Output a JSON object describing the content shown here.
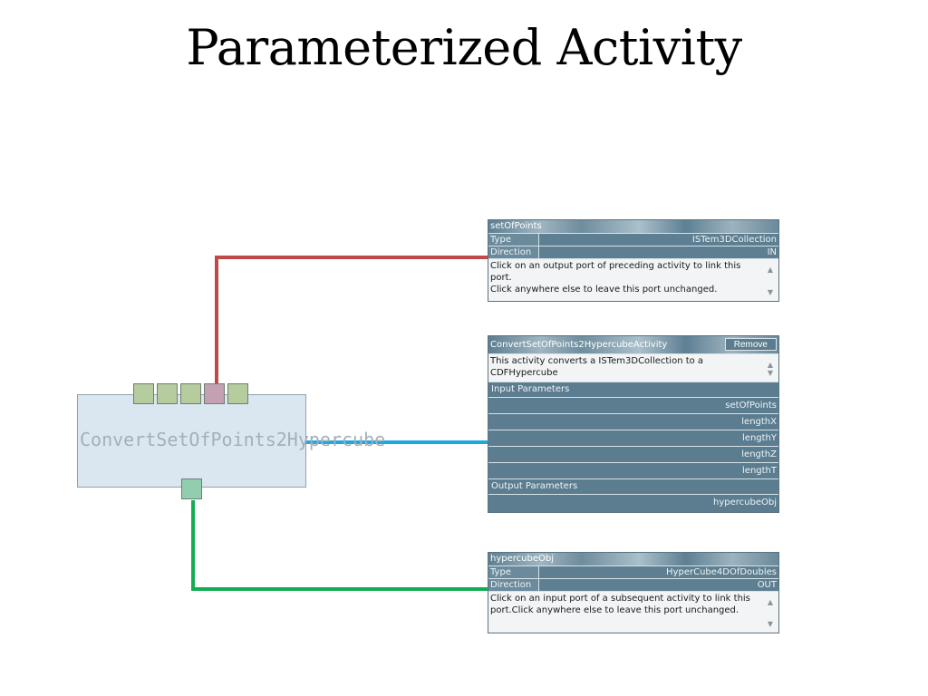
{
  "slide": {
    "title": "Parameterized Activity"
  },
  "activity": {
    "name": "ConvertSetOfPoints2Hypercube",
    "input_port_colors": [
      "#b6cc9f",
      "#b6cc9f",
      "#b6cc9f",
      "#c3a0b4",
      "#b6cc9f"
    ],
    "output_port_color": "#93cdb0"
  },
  "wires": {
    "input_color": "#bf4a4a",
    "center_color": "#1fa8e0",
    "output_color": "#12ad53"
  },
  "input_port_panel": {
    "title": "setOfPoints",
    "type_label": "Type",
    "type_value": "ISTem3DCollection",
    "direction_label": "Direction",
    "direction_value": "IN",
    "message": "Click on an output port of preceding activity to link this port.\nClick anywhere else to leave this port unchanged."
  },
  "activity_panel": {
    "title": "ConvertSetOfPoints2HypercubeActivity",
    "remove_label": "Remove",
    "description": "This activity converts a ISTem3DCollection to a CDFHypercube",
    "input_header": "Input Parameters",
    "input_params": [
      "setOfPoints",
      "lengthX",
      "lengthY",
      "lengthZ",
      "lengthT"
    ],
    "output_header": "Output Parameters",
    "output_params": [
      "hypercubeObj"
    ]
  },
  "output_port_panel": {
    "title": "hypercubeObj",
    "type_label": "Type",
    "type_value": "HyperCube4DOfDoubles",
    "direction_label": "Direction",
    "direction_value": "OUT",
    "message": "Click on an input port of a subsequent activity to link this port.Click anywhere else to leave this port unchanged."
  }
}
